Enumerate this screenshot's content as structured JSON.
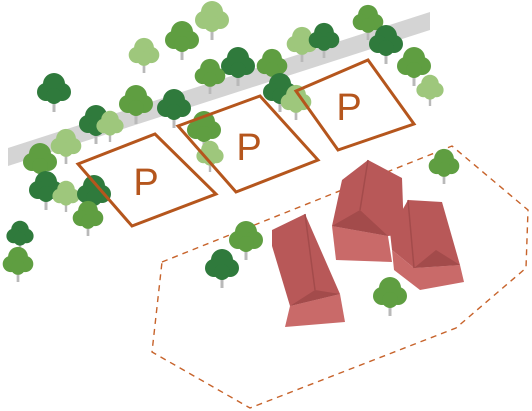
{
  "colors": {
    "background": "#ffffff",
    "road": "#d4d4d4",
    "parking_outline": "#b5561d",
    "parking_label": "#b5561d",
    "site_boundary": "#c7632b",
    "roof_side": "#b85858",
    "roof_front": "#c96a69",
    "roof_ridge_shadow": "#a34b4b",
    "tree_dark": "#2f7a3c",
    "tree_mid": "#5f9e41",
    "tree_light": "#9ec77c",
    "trunk": "#b9b9b9"
  },
  "parking": {
    "spots": [
      {
        "label": "P"
      },
      {
        "label": "P"
      },
      {
        "label": "P"
      }
    ]
  },
  "buildings": {
    "count": 3
  },
  "trees": {
    "icon": "deciduous-tree-icon"
  }
}
